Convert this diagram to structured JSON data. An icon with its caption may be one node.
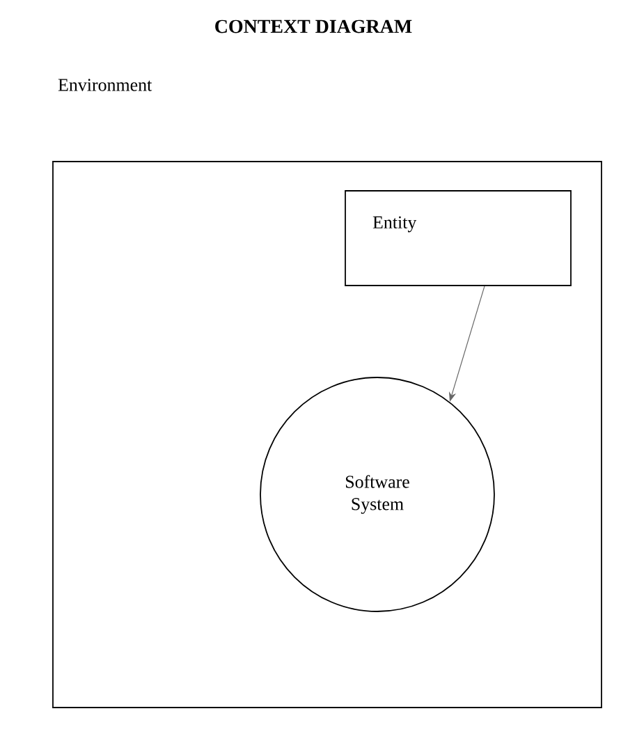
{
  "diagram": {
    "title": "CONTEXT DIAGRAM",
    "nodes": [
      {
        "text": [
          "Environment"
        ]
      },
      {
        "text": [
          "Entity"
        ],
        "in": 0
      },
      {
        "text": [
          "Software System"
        ],
        "in": 0
      }
    ],
    "edges": [
      {
        "from": 1,
        "to": 2,
        "arrow": "to"
      }
    ]
  }
}
